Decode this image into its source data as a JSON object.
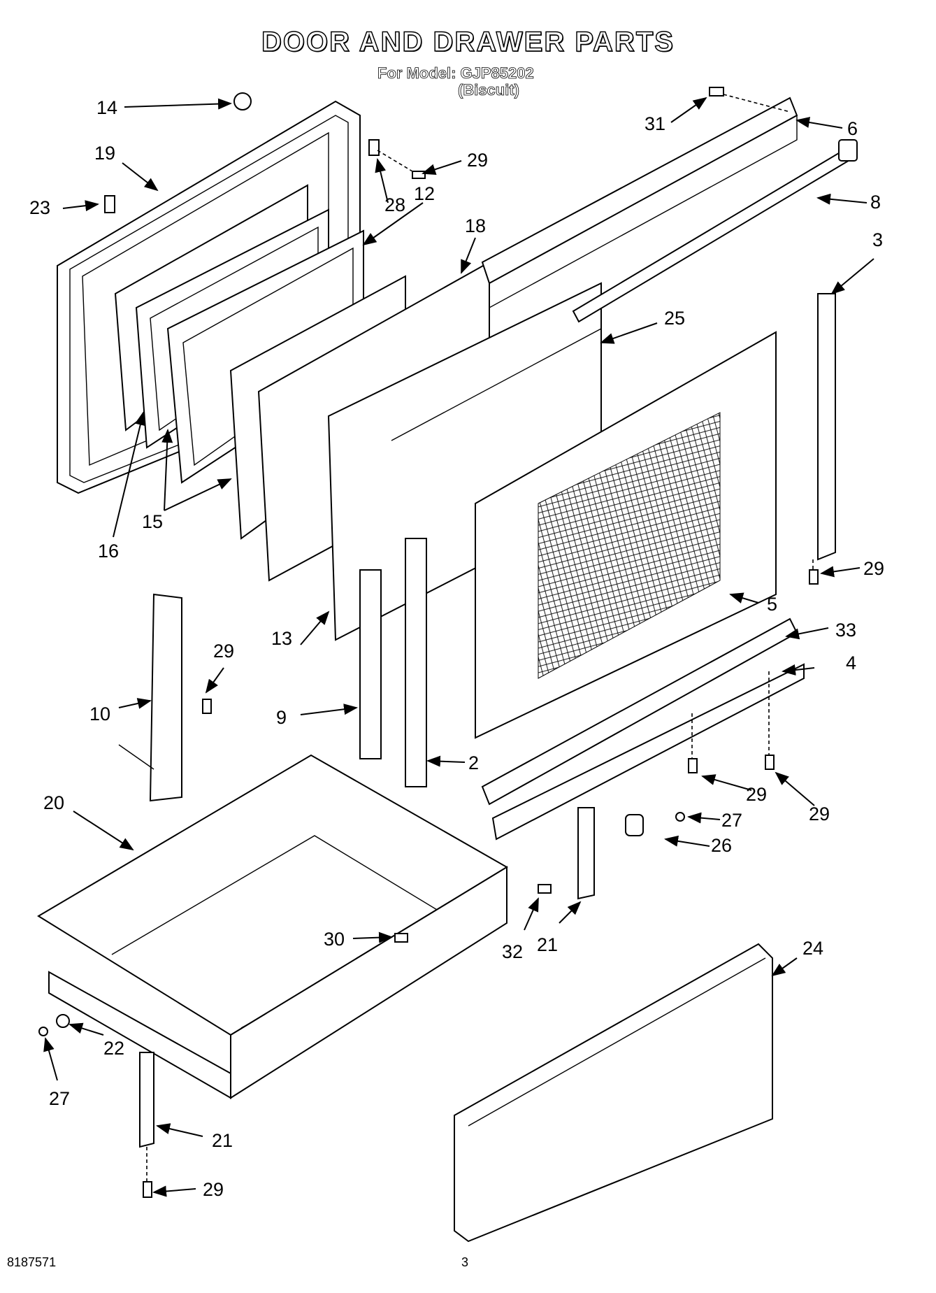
{
  "header": {
    "title": "DOOR AND DRAWER PARTS",
    "model_line": "For Model: GJP85202",
    "color_line": "(Biscuit)"
  },
  "footer": {
    "doc_number": "8187571",
    "page_number": "3"
  },
  "callouts": {
    "c14": "14",
    "c19": "19",
    "c23": "23",
    "c28": "28",
    "c12": "12",
    "c29a": "29",
    "c31": "31",
    "c6": "6",
    "c8": "8",
    "c18": "18",
    "c3": "3",
    "c25": "25",
    "c16": "16",
    "c15": "15",
    "c29b": "29",
    "c5": "5",
    "c13": "13",
    "c33": "33",
    "c4": "4",
    "c29c": "29",
    "c10": "10",
    "c9": "9",
    "c2": "2",
    "c29d": "29",
    "c29e": "29",
    "c20": "20",
    "c27a": "27",
    "c26": "26",
    "c30": "30",
    "c32": "32",
    "c21a": "21",
    "c24": "24",
    "c22": "22",
    "c27b": "27",
    "c21b": "21",
    "c29f": "29"
  }
}
